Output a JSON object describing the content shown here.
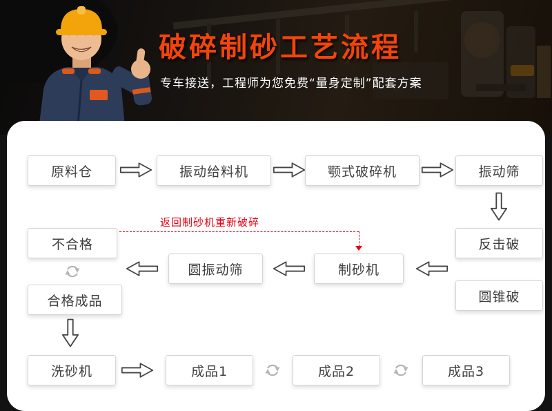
{
  "header": {
    "title": "破碎制砂工艺流程",
    "subtitle": "专车接送，工程师为您免费“量身定制”配套方案"
  },
  "flow": {
    "return_note": "返回制砂机重新破碎",
    "nodes": [
      {
        "id": "raw-material-silo",
        "label": "原料仓"
      },
      {
        "id": "vibrating-feeder",
        "label": "振动给料机"
      },
      {
        "id": "jaw-crusher",
        "label": "颚式破碎机"
      },
      {
        "id": "vibrating-screen",
        "label": "振动筛"
      },
      {
        "id": "impact-crusher",
        "label": "反击破"
      },
      {
        "id": "unqualified",
        "label": "不合格"
      },
      {
        "id": "circular-vibrating-screen",
        "label": "圆振动筛"
      },
      {
        "id": "sand-making-machine",
        "label": "制砂机"
      },
      {
        "id": "cone-crusher",
        "label": "圆锥破"
      },
      {
        "id": "qualified-product",
        "label": "合格成品"
      },
      {
        "id": "sand-washer",
        "label": "洗砂机"
      },
      {
        "id": "product-1",
        "label": "成品1"
      },
      {
        "id": "product-2",
        "label": "成品2"
      },
      {
        "id": "product-3",
        "label": "成品3"
      }
    ]
  },
  "colors": {
    "title_accent": "#f5440a",
    "note_red": "#e60012",
    "box_border": "#d4d4d4"
  },
  "icons": {
    "flow_arrow": "hollow-outline-arrow",
    "recycle": "circular-arrows"
  }
}
